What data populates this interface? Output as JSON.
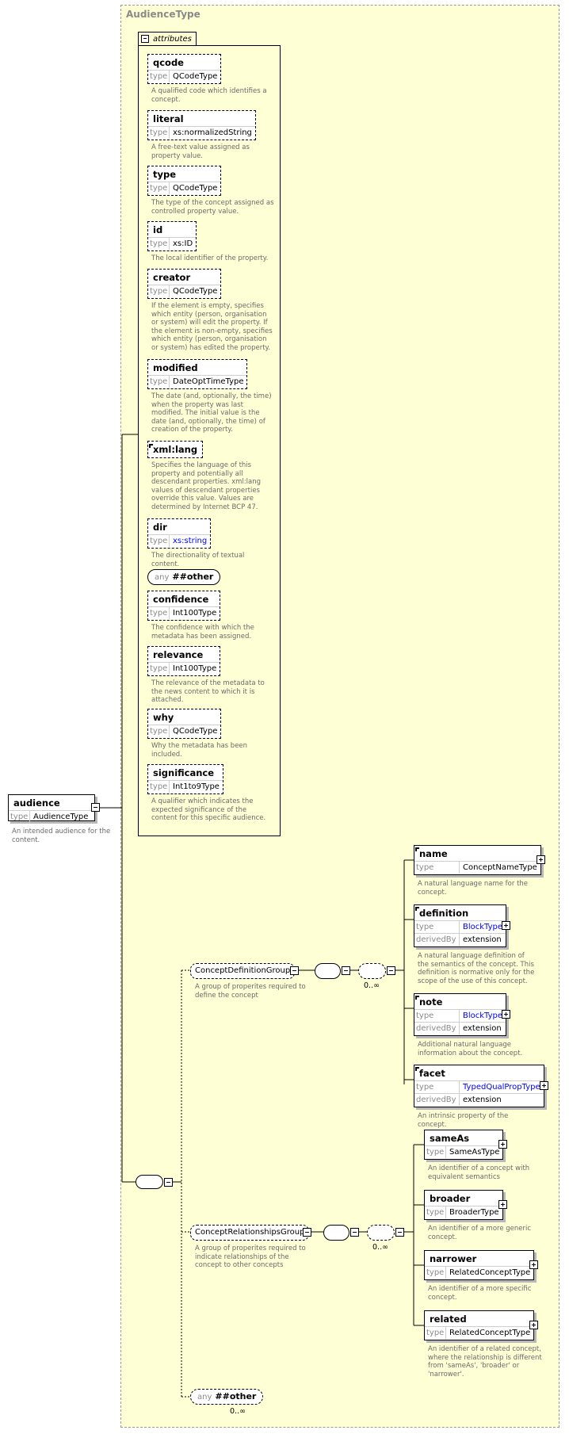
{
  "diagram": {
    "complex_type_name": "AudienceType",
    "attributes_label": "attributes",
    "root": {
      "name": "audience",
      "type_key": "type",
      "type": "AudienceType",
      "description": "An intended audience for the content."
    },
    "attributes": [
      {
        "name": "qcode",
        "type": "QCodeType",
        "description": "A qualified code which identifies a concept."
      },
      {
        "name": "literal",
        "type": "xs:normalizedString",
        "description": "A free-text value assigned as property value."
      },
      {
        "name": "type",
        "type": "QCodeType",
        "description": "The type of the concept assigned as controlled property value."
      },
      {
        "name": "id",
        "type": "xs:ID",
        "description": "The local identifier of the property."
      },
      {
        "name": "creator",
        "type": "QCodeType",
        "description": "If the element is empty, specifies which entity (person, organisation or system) will edit the property. If the element is non-empty, specifies which entity (person, organisation or system) has edited the property."
      },
      {
        "name": "modified",
        "type": "DateOptTimeType",
        "description": "The date (and, optionally, the time) when the property was last modified. The initial value is the date (and, optionally, the time) of creation of the property."
      },
      {
        "name": "xml:lang",
        "type": "",
        "description": "Specifies the language of this property and potentially all descendant properties. xml:lang values of descendant properties override this value. Values are determined by Internet BCP 47."
      },
      {
        "name": "dir",
        "type": "xs:string",
        "description": "The directionality of textual content."
      },
      {
        "name": "##other",
        "type": "",
        "description": ""
      },
      {
        "name": "confidence",
        "type": "Int100Type",
        "description": "The confidence with which the metadata has been assigned."
      },
      {
        "name": "relevance",
        "type": "Int100Type",
        "description": "The relevance of the metadata to the news content to which it is attached."
      },
      {
        "name": "why",
        "type": "QCodeType",
        "description": "Why the metadata has been included."
      },
      {
        "name": "significance",
        "type": "Int1to9Type",
        "description": "A qualifier which indicates the expected significance of the content for this specific audience."
      }
    ],
    "any_key": "any",
    "type_key": "type",
    "derived_key": "derivedBy",
    "groups": [
      {
        "name": "ConceptDefinitionGroup",
        "description": "A group of properites required to define the concept",
        "occurrence": "0..∞"
      },
      {
        "name": "ConceptRelationshipsGroup",
        "description": "A group of properites required to indicate relationships of the concept to other concepts",
        "occurrence": "0..∞"
      }
    ],
    "definition_elements": [
      {
        "name": "name",
        "type": "ConceptNameType",
        "derivedBy": "",
        "description": "A natural language name for the concept."
      },
      {
        "name": "definition",
        "type": "BlockType",
        "derivedBy": "extension",
        "description": "A natural language definition of the semantics of the concept. This definition is normative only for the scope of the use of this concept."
      },
      {
        "name": "note",
        "type": "BlockType",
        "derivedBy": "extension",
        "description": "Additional natural language information about the concept."
      },
      {
        "name": "facet",
        "type": "TypedQualPropType",
        "derivedBy": "extension",
        "description": "An intrinsic property of the concept."
      }
    ],
    "relationship_elements": [
      {
        "name": "sameAs",
        "type": "SameAsType",
        "description": "An identifier of a concept with equivalent semantics"
      },
      {
        "name": "broader",
        "type": "BroaderType",
        "description": "An identifier of a more generic concept."
      },
      {
        "name": "narrower",
        "type": "RelatedConceptType",
        "description": "An identifier of a more specific concept."
      },
      {
        "name": "related",
        "type": "RelatedConceptType",
        "description": "An identifier of a related concept, where the relationship is different from 'sameAs', 'broader' or 'narrower'."
      }
    ],
    "any_other": {
      "label": "##other",
      "occurrence": "0..∞"
    },
    "colors": {
      "complex_type_fill": "#ffffd6",
      "type_link": "#0000ff"
    }
  }
}
